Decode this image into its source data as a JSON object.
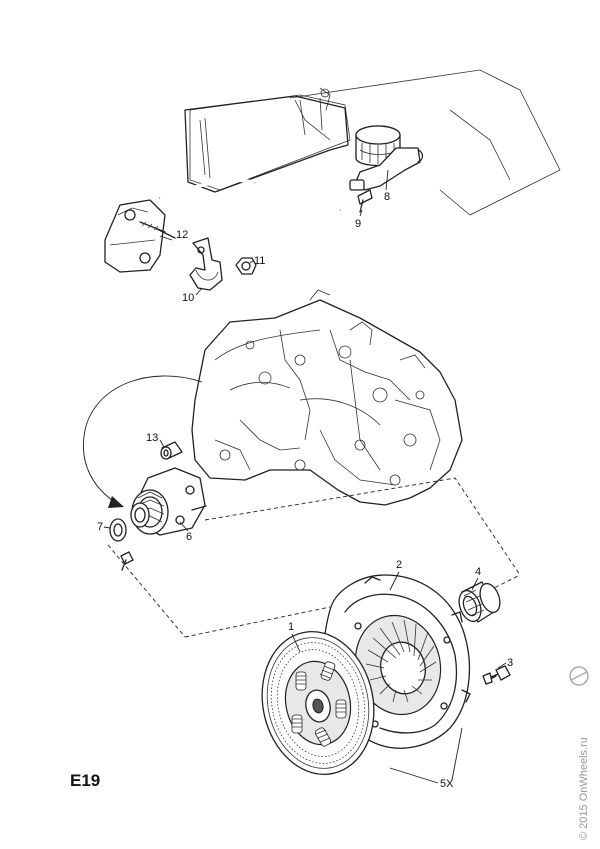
{
  "diagram_code": "E19",
  "watermark": "© 2015 OnWheels.ru",
  "callouts": [
    "1",
    "2",
    "3",
    "4",
    "5X",
    "6",
    "7",
    "8",
    "9",
    "10",
    "11",
    "12",
    "13"
  ]
}
